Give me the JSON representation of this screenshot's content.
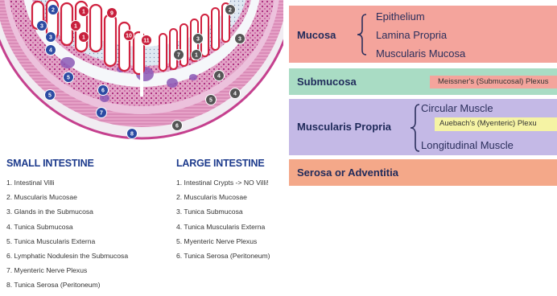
{
  "diagram": {
    "marker_labels": [
      "2",
      "3",
      "3",
      "4",
      "5",
      "5",
      "6",
      "7",
      "1",
      "9",
      "1",
      "1",
      "10",
      "11",
      "2",
      "3",
      "7",
      "1",
      "3",
      "4",
      "5",
      "4",
      "6",
      "8"
    ]
  },
  "small_intestine": {
    "heading": "SMALL INTESTINE",
    "items": [
      "1. Intestinal Villi",
      "2. Muscularis Mucosae",
      "3. Glands in the Submucosa",
      "4. Tunica Submucosa",
      "5. Tunica Muscularis Externa",
      "6. Lymphatic Nodulesin the Submucosa",
      "7. Myenteric Nerve Plexus",
      "8. Tunica Serosa (Peritoneum)"
    ]
  },
  "large_intestine": {
    "heading": "LARGE INTESTINE",
    "items": [
      "1. Intestinal Crypts -> NO Villi!",
      "2. Muscularis Mucosae",
      "3. Tunica Submucosa",
      "4. Tunica Muscularis Externa",
      "5. Myenteric Nerve Plexus",
      "6. Tunica Serosa (Peritoneum)"
    ]
  },
  "layers": {
    "mucosa": {
      "name": "Mucosa",
      "parts": [
        "Epithelium",
        "Lamina Propria",
        "Muscularis Mucosa"
      ],
      "color": "#f4a49c"
    },
    "submucosa": {
      "name": "Submucosa",
      "tag": "Meissner's (Submucosal) Plexus",
      "color": "#a9dcc4",
      "tag_color": "#f4a49c"
    },
    "muscularis": {
      "name": "Muscularis Propria",
      "parts": [
        "Circular Muscle",
        "Longitudinal Muscle"
      ],
      "tag": "Auebach's (Myenteric) Plexu",
      "color": "#c4b9e6",
      "tag_color": "#f5f3a4"
    },
    "serosa": {
      "name": "Serosa or Adventitia",
      "color": "#f4a889"
    }
  }
}
